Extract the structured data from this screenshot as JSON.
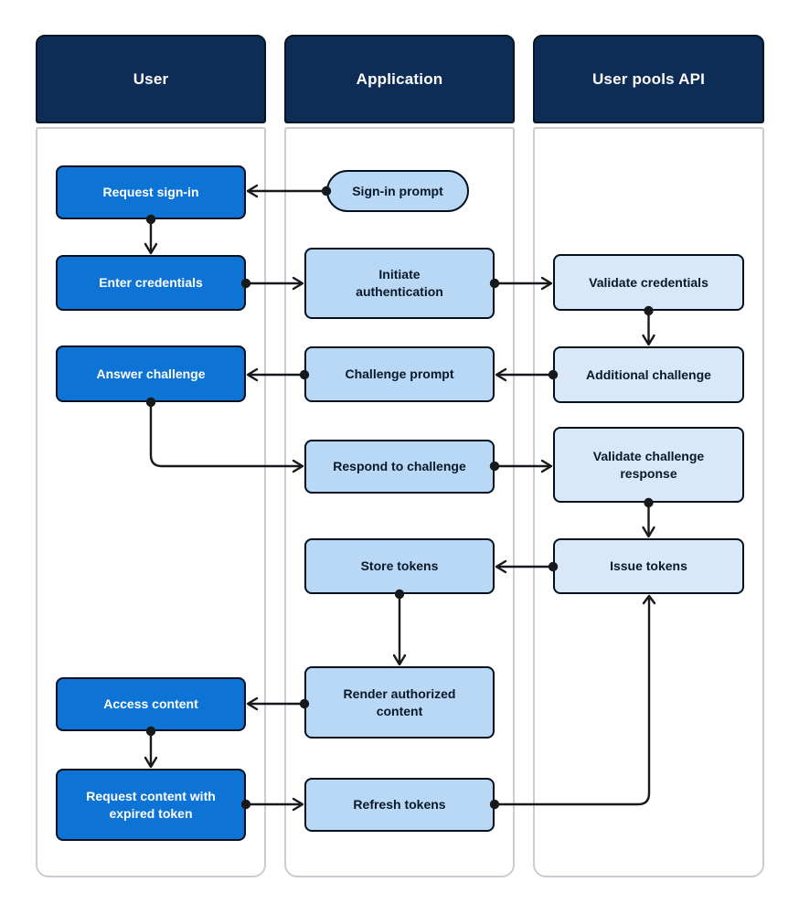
{
  "diagram": {
    "lanes": [
      {
        "title": "User",
        "nodes": [
          {
            "id": "request-sign-in",
            "label": "Request sign-in"
          },
          {
            "id": "enter-credentials",
            "label": "Enter credentials"
          },
          {
            "id": "answer-challenge",
            "label": "Answer challenge"
          },
          {
            "id": "access-content",
            "label": "Access content"
          },
          {
            "id": "request-content-with-expired-token",
            "label": "Request content with\nexpired token"
          }
        ]
      },
      {
        "title": "Application",
        "nodes": [
          {
            "id": "sign-in-prompt",
            "label": "Sign-in prompt",
            "shape": "pill"
          },
          {
            "id": "initiate-authentication",
            "label": "Initiate\nauthentication"
          },
          {
            "id": "challenge-prompt",
            "label": "Challenge prompt"
          },
          {
            "id": "respond-to-challenge",
            "label": "Respond to challenge"
          },
          {
            "id": "store-tokens",
            "label": "Store tokens"
          },
          {
            "id": "render-authorized-content",
            "label": "Render authorized\ncontent"
          },
          {
            "id": "refresh-tokens",
            "label": "Refresh tokens"
          }
        ]
      },
      {
        "title": "User pools API",
        "nodes": [
          {
            "id": "validate-credentials",
            "label": "Validate credentials"
          },
          {
            "id": "additional-challenge",
            "label": "Additional challenge"
          },
          {
            "id": "validate-challenge-response",
            "label": "Validate challenge\nresponse"
          },
          {
            "id": "issue-tokens",
            "label": "Issue tokens"
          }
        ]
      }
    ],
    "edges": [
      {
        "from": "sign-in-prompt",
        "to": "request-sign-in"
      },
      {
        "from": "request-sign-in",
        "to": "enter-credentials"
      },
      {
        "from": "enter-credentials",
        "to": "initiate-authentication"
      },
      {
        "from": "initiate-authentication",
        "to": "validate-credentials"
      },
      {
        "from": "validate-credentials",
        "to": "additional-challenge"
      },
      {
        "from": "additional-challenge",
        "to": "challenge-prompt"
      },
      {
        "from": "challenge-prompt",
        "to": "answer-challenge"
      },
      {
        "from": "answer-challenge",
        "to": "respond-to-challenge"
      },
      {
        "from": "respond-to-challenge",
        "to": "validate-challenge-response"
      },
      {
        "from": "validate-challenge-response",
        "to": "issue-tokens"
      },
      {
        "from": "issue-tokens",
        "to": "store-tokens"
      },
      {
        "from": "store-tokens",
        "to": "render-authorized-content"
      },
      {
        "from": "render-authorized-content",
        "to": "access-content"
      },
      {
        "from": "access-content",
        "to": "request-content-with-expired-token"
      },
      {
        "from": "request-content-with-expired-token",
        "to": "refresh-tokens"
      },
      {
        "from": "refresh-tokens",
        "to": "issue-tokens"
      }
    ],
    "colors": {
      "lane_header_bg": "#0e2d56",
      "user_node_bg": "#0d73d4",
      "app_node_bg": "#b9d8f5",
      "api_node_bg": "#d8e8f8",
      "node_border": "#02101e",
      "lane_border": "#c9cdd1",
      "arrow": "#17191c"
    }
  }
}
